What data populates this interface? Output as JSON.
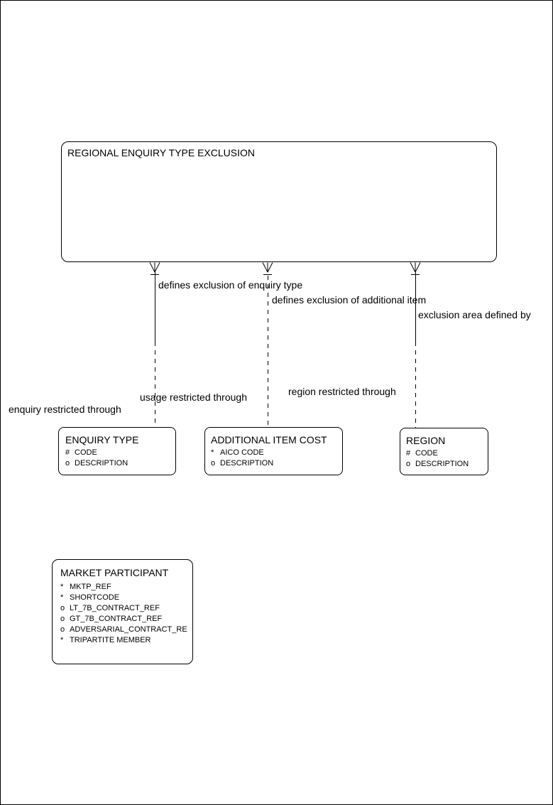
{
  "diagram": {
    "background_color": "#ffffff",
    "line_color": "#000000",
    "entities": [
      {
        "id": "regional-enquiry-type-exclusion",
        "title": "REGIONAL ENQUIRY TYPE EXCLUSION",
        "attributes": []
      },
      {
        "id": "enquiry-type",
        "title": "ENQUIRY TYPE",
        "attributes": [
          {
            "marker": "#",
            "name": "CODE"
          },
          {
            "marker": "o",
            "name": "DESCRIPTION"
          }
        ]
      },
      {
        "id": "additional-item-cost",
        "title": "ADDITIONAL ITEM COST",
        "attributes": [
          {
            "marker": "*",
            "name": "AICO CODE"
          },
          {
            "marker": "o",
            "name": "DESCRIPTION"
          }
        ]
      },
      {
        "id": "region",
        "title": "REGION",
        "attributes": [
          {
            "marker": "#",
            "name": "CODE"
          },
          {
            "marker": "o",
            "name": "DESCRIPTION"
          }
        ]
      },
      {
        "id": "market-participant",
        "title": "MARKET PARTICIPANT",
        "attributes": [
          {
            "marker": "*",
            "name": "MKTP_REF"
          },
          {
            "marker": "*",
            "name": "SHORTCODE"
          },
          {
            "marker": "o",
            "name": "LT_7B_CONTRACT_REF"
          },
          {
            "marker": "o",
            "name": "GT_7B_CONTRACT_REF"
          },
          {
            "marker": "o",
            "name": "ADVERSARIAL_CONTRACT_RE"
          },
          {
            "marker": "*",
            "name": "TRIPARTITE MEMBER"
          }
        ]
      }
    ],
    "connectors": [
      {
        "parent": "REGIONAL ENQUIRY TYPE EXCLUSION",
        "child": "ENQUIRY TYPE",
        "parent_label": "defines exclusion of enquiry type",
        "child_label": "enquiry restricted through",
        "parent_end": "crow-foot-with-tick",
        "line_style": "solid-upper-dashed-lower"
      },
      {
        "parent": "REGIONAL ENQUIRY TYPE EXCLUSION",
        "child": "ADDITIONAL ITEM COST",
        "parent_label": "defines exclusion of additional item",
        "child_label": "usage restricted through",
        "parent_end": "crow-foot-with-tick",
        "line_style": "dashed"
      },
      {
        "parent": "REGIONAL ENQUIRY TYPE EXCLUSION",
        "child": "REGION",
        "parent_label": "exclusion area defined by",
        "child_label": "region restricted through",
        "parent_end": "crow-foot-with-tick",
        "line_style": "solid-upper-dashed-lower"
      }
    ]
  }
}
